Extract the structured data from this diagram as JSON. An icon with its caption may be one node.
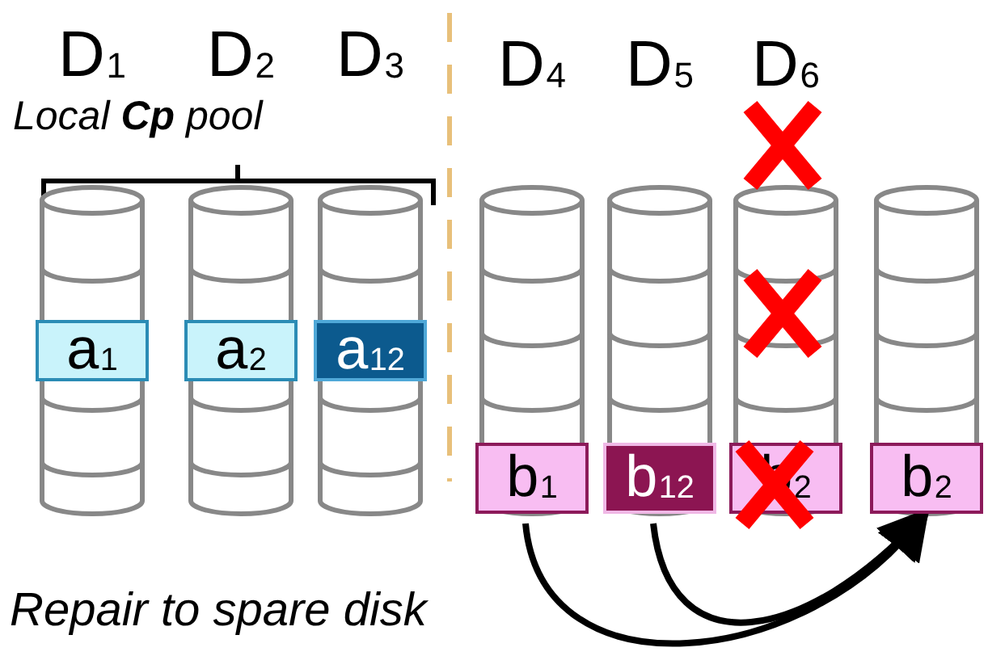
{
  "diagram": {
    "nodes": [
      {
        "text": [
          "D$_{1}$"
        ]
      },
      {
        "text": [
          "D$_{2}$"
        ]
      },
      {
        "text": [
          "D$_{3}$"
        ]
      },
      {
        "text": [
          "D$_{4}$"
        ]
      },
      {
        "text": [
          "D$_{5}$"
        ]
      },
      {
        "text": [
          "D$_{6}$"
        ]
      },
      {
        "text": [],
        "shape": "cylinder"
      },
      {
        "text": [
          "a$_{1}$"
        ],
        "in": 0
      },
      {
        "text": [
          "a$_{2}$"
        ],
        "in": 1
      },
      {
        "text": [
          "a$_{12}$"
        ],
        "in": 2
      },
      {
        "text": [
          "b$_{1}$"
        ],
        "in": 3
      },
      {
        "text": [
          "b$_{12}$"
        ],
        "in": 4
      },
      {
        "text": [
          "b$_{2}$"
        ],
        "in": 5
      },
      {
        "text": [
          "b$_{2}$"
        ],
        "in": 6
      }
    ],
    "edges": [
      {
        "from": 10,
        "to": 13,
        "arrow": "to"
      },
      {
        "from": 11,
        "to": 13,
        "arrow": "to"
      }
    ],
    "labels": [
      "Local **Cp** pool",
      "Repair to spare disk"
    ]
  }
}
